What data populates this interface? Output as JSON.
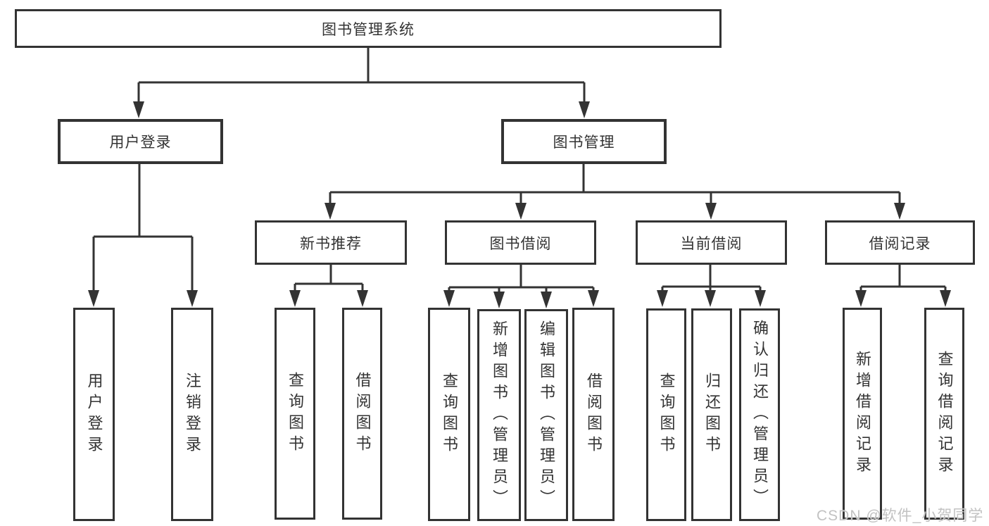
{
  "diagram": {
    "type": "hierarchy-tree",
    "tree": {
      "label": "图书管理系统",
      "children": [
        {
          "label": "用户登录",
          "children": [
            {
              "label": "用户登录"
            },
            {
              "label": "注销登录"
            }
          ]
        },
        {
          "label": "图书管理",
          "children": [
            {
              "label": "新书推荐",
              "children": [
                {
                  "label": "查询图书"
                },
                {
                  "label": "借阅图书"
                }
              ]
            },
            {
              "label": "图书借阅",
              "children": [
                {
                  "label": "查询图书"
                },
                {
                  "label": "新增图书（管理员）"
                },
                {
                  "label": "编辑图书（管理员）"
                },
                {
                  "label": "借阅图书"
                }
              ]
            },
            {
              "label": "当前借阅",
              "children": [
                {
                  "label": "查询图书"
                },
                {
                  "label": "归还图书"
                },
                {
                  "label": "确认归还（管理员）"
                }
              ]
            },
            {
              "label": "借阅记录",
              "children": [
                {
                  "label": "新增借阅记录"
                },
                {
                  "label": "查询借阅记录"
                }
              ]
            }
          ]
        }
      ]
    }
  },
  "watermark": {
    "text": "CSDN @软件_小贺同学"
  },
  "colors": {
    "line": "#333333",
    "box_border": "#333333",
    "text": "#333333",
    "watermark": "#c2c2c2",
    "background": "#ffffff"
  }
}
